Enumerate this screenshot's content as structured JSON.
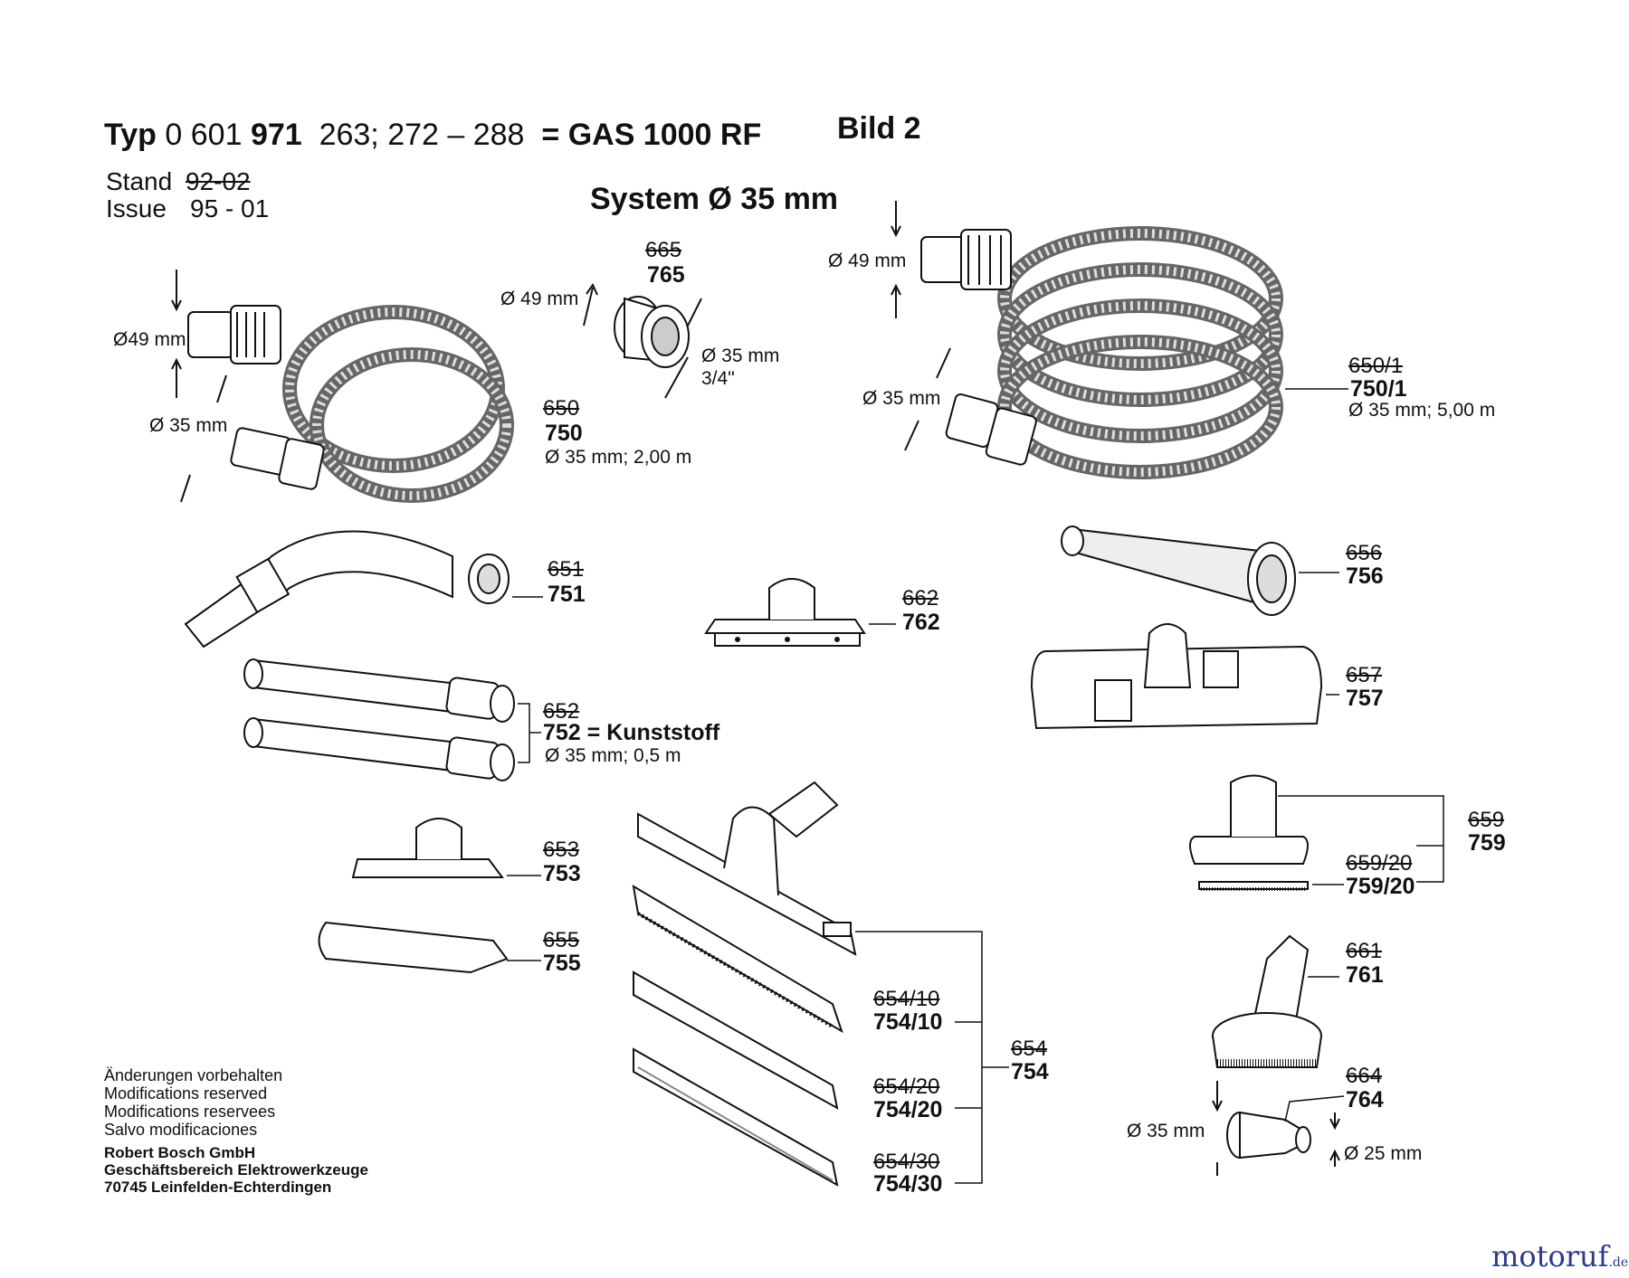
{
  "header": {
    "typ_label": "Typ",
    "typ_prefix": "0 601",
    "typ_number": "971",
    "variants": "263; 272 – 288",
    "equals": "=",
    "model": "GAS 1000 RF",
    "bild": "Bild 2"
  },
  "stand_label": "Stand",
  "stand_old": "92-02",
  "issue_label": "Issue",
  "issue_value": "95 - 01",
  "system": "System Ø 35 mm",
  "parts": {
    "p665_old": "665",
    "p765": "765",
    "d665_49": "Ø 49 mm",
    "d665_35": "Ø 35 mm",
    "d665_34": "3/4\"",
    "d750_49": "Ø49 mm",
    "d750_35": "Ø 35 mm",
    "p650_old": "650",
    "p750": "750",
    "p750_spec": "Ø 35 mm; 2,00 m",
    "d7501_49": "Ø 49 mm",
    "d7501_35": "Ø 35 mm",
    "p6501_old": "650/1",
    "p7501": "750/1",
    "p7501_spec": "Ø 35 mm; 5,00 m",
    "p651_old": "651",
    "p751": "751",
    "p662_old": "662",
    "p762": "762",
    "p656_old": "656",
    "p756": "756",
    "p657_old": "657",
    "p757": "757",
    "p652_old": "652",
    "p752": "752 = Kunststoff",
    "p752_spec": "Ø 35 mm; 0,5 m",
    "p653_old": "653",
    "p753": "753",
    "p655_old": "655",
    "p755": "755",
    "p659_old": "659",
    "p759": "759",
    "p65920_old": "659/20",
    "p75920": "759/20",
    "p661_old": "661",
    "p761": "761",
    "p664_old": "664",
    "p764": "764",
    "d764_35": "Ø 35 mm",
    "d764_25": "Ø 25 mm",
    "p654_old": "654",
    "p754": "754",
    "p65410_old": "654/10",
    "p75410": "754/10",
    "p65420_old": "654/20",
    "p75420": "754/20",
    "p65430_old": "654/30",
    "p75430": "754/30"
  },
  "notes": [
    "Änderungen vorbehalten",
    "Modifications reserved",
    "Modifications reservees",
    "Salvo modificaciones"
  ],
  "company": [
    "Robert Bosch GmbH",
    "Geschäftsbereich Elektrowerkzeuge",
    "70745 Leinfelden-Echterdingen"
  ],
  "watermark": {
    "main": "motoruf",
    "suffix": ".de"
  }
}
